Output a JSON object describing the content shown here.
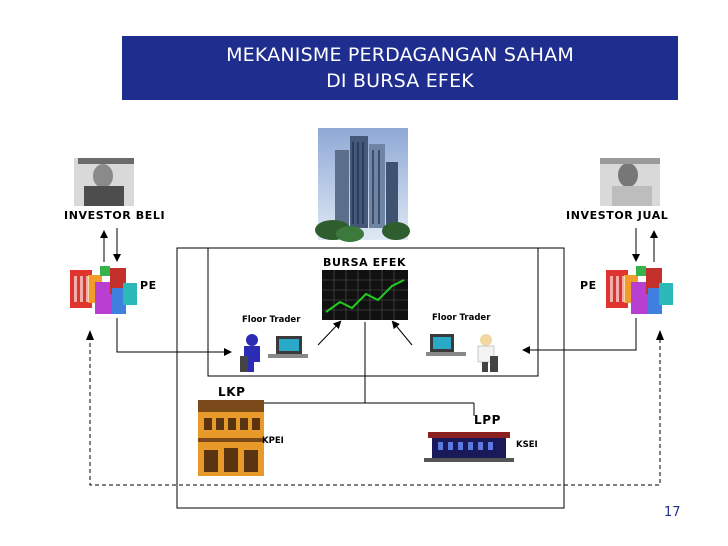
{
  "title": {
    "line1": "MEKANISME PERDAGANGAN SAHAM",
    "line2": "DI BURSA EFEK"
  },
  "labels": {
    "investor_beli": "INVESTOR BELI",
    "investor_jual": "INVESTOR JUAL",
    "pe_left": "PE",
    "pe_right": "PE",
    "bursa_efek": "BURSA EFEK",
    "floor_trader_left": "Floor Trader",
    "floor_trader_right": "Floor Trader",
    "lkp": "LKP",
    "kpei": "KPEI",
    "lpp": "LPP",
    "ksei": "KSEI"
  },
  "page_number": "17",
  "colors": {
    "title_bg": "#1f2d8f",
    "chart_line": "#22cc22"
  }
}
